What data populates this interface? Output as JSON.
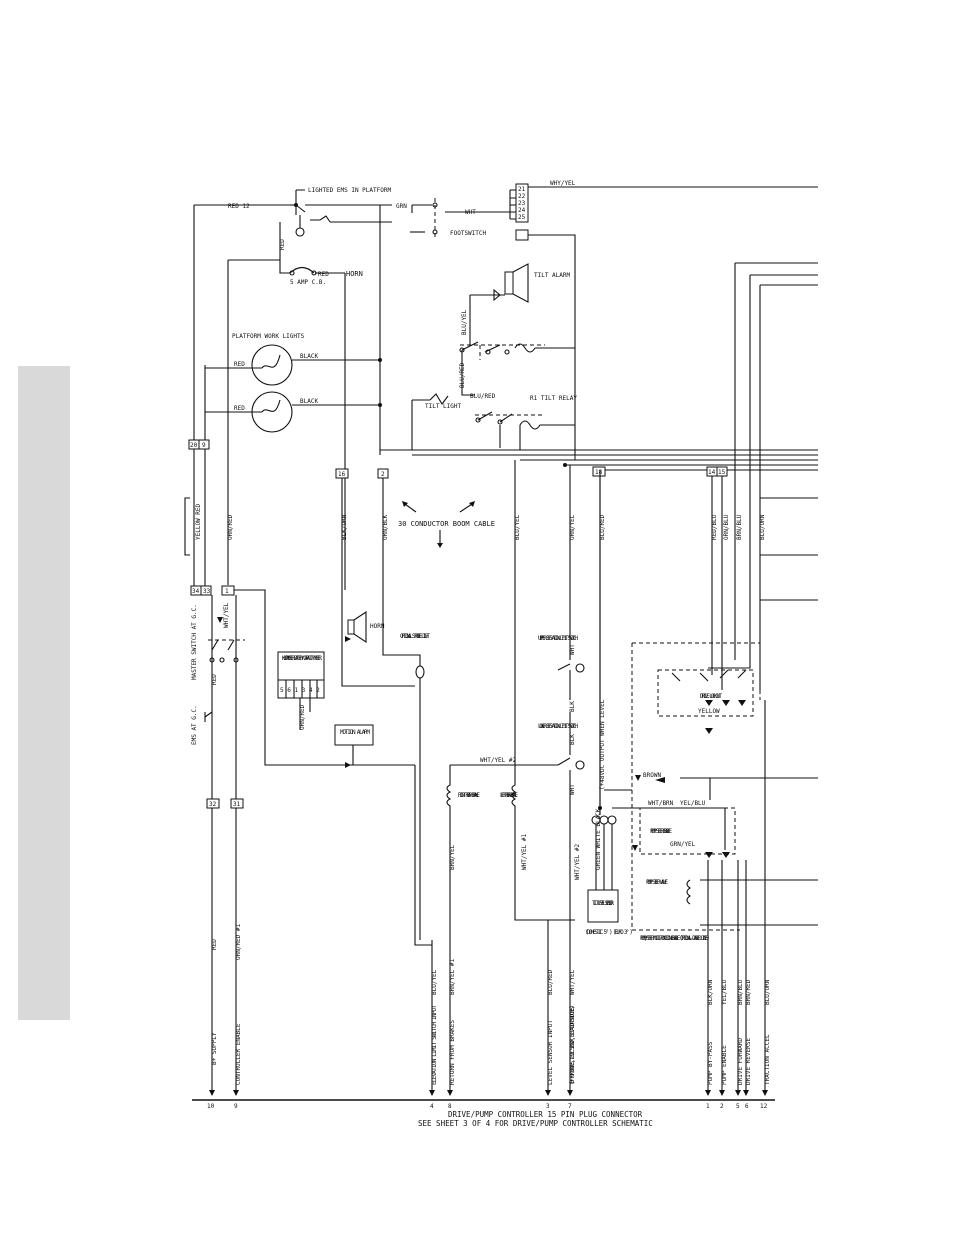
{
  "labels": {
    "lighted_ems": "LIGHTED EMS IN PLATFORM",
    "red12": "RED 12",
    "grn": "GRN",
    "wht": "WHT",
    "footswitch": "FOOTSWITCH",
    "why_yel": "WHY/YEL",
    "red": "RED",
    "horn": "HORN",
    "cb": "5 AMP C.B.",
    "platform_lights": "PLATFORM WORK LIGHTS",
    "black": "BLACK",
    "tilt_alarm": "TILT ALARM",
    "blu_yel": "BLU/YEL",
    "blu_red": "BLU/RED",
    "tilt_light": "TILT LIGHT",
    "r1_tilt_relay": "R1 TILT RELAY",
    "boom_cable": "30 CONDUCTOR BOOM CABLE",
    "yellow_red": "YELLOW RED",
    "orn_red": "ORN/RED",
    "blk_orn": "BLK/ORN",
    "orn_blk": "ORN/BLK",
    "orn_yel": "ORN/YEL",
    "red_blu": "RED/BLU",
    "orn_blu": "ORN/BLU",
    "brn_blu": "BRN/BLU",
    "blu_orn": "BLU/ORN",
    "master_switch": "MASTER SWITCH AT G.C.",
    "ems_gc": "EMS AT G.C.",
    "wht_yel": "WHT/YEL",
    "hourmeter": "HOURMETER BATTERY CAPACITY METER",
    "optional_strobe": "OPTIONAL STROBE LIGHT",
    "motion_alarm": "MOTION ALARM",
    "upper_limit": "UPPER ELEVATION LIMIT SWITCH",
    "lower_limit": "LOWER ELEVATION LIMIT SWITCH",
    "blk": "BLK",
    "output_level": "(+48VDC OUTPUT WHEN LEVEL",
    "wht_yel2": "WHT/YEL #2",
    "right_brake": "RIGHT REAR BRAKE",
    "left_brake": "LEFT REAR BRAKE",
    "brn_yel": "BRN/YEL",
    "wht_yel1": "WHT/YEL #1",
    "green_white_black": "GREEN WHITE BLACK",
    "tilt_sensor": "TILT LEVEL SENSOR",
    "domestic": "(DOMESTIC 5° ) (EURO 3° )",
    "drive_lockout": "DRIVE LOCKOUT",
    "yellow": "YELLOW",
    "brown": "BROWN",
    "wht_brn": "WHT/BRN",
    "yel_blu": "YEL/BLU",
    "pump_steer_enable": "PUMP STEER ENABLE",
    "grn_yel": "GRN/YEL",
    "pump_steer_valve": "PUMP STEER VALVE",
    "multi_function": "PUMP/STEER MULTI-FUNCTION ENABLE (OPTIONAL- DASHED LINES)"
  },
  "bottom_wires": [
    {
      "name": "B+ SUPPLY",
      "color": "RED",
      "pin": "10"
    },
    {
      "name": "CONTROLLER ENABLE",
      "color": "ORN/RED #1",
      "pin": "9"
    },
    {
      "name": "ELEVATION LIMIT SWITCH INPUT",
      "color": "BLU/YEL",
      "pin": "4"
    },
    {
      "name": "RETURN FROM BRAKES",
      "color": "BRN/YEL #1",
      "pin": "8"
    },
    {
      "name": "LEVEL SENSOR INPUT",
      "color": "BLU/RED",
      "pin": "3"
    },
    {
      "name": "(B+ FOR BRAKES, LEVEL SENSOR, ELEVATION SWITCHES)",
      "color": "WHT/YEL",
      "pin": "7"
    },
    {
      "name": "PUMP BY-PASS",
      "color": "BLK/ORN",
      "pin": "1"
    },
    {
      "name": "PUMP ENABLE",
      "color": "YEL/BLU",
      "pin": "2"
    },
    {
      "name": "DRIVE FORWARD",
      "color": "BRN/BLU",
      "pin": "5"
    },
    {
      "name": "DRIVE REVERSE",
      "color": "BRN/RED",
      "pin": "6"
    },
    {
      "name": "TRACTION ACCEL",
      "color": "BLU/ORN",
      "pin": "12"
    }
  ],
  "connectors": {
    "c20": "20",
    "c9": "9",
    "c16": "16",
    "c2": "2",
    "c18": "18",
    "c14": "14",
    "c15": "15",
    "c34": "34",
    "c33": "33",
    "c1": "1",
    "c32": "32",
    "c31": "31",
    "plug_top": [
      "21",
      "22",
      "23",
      "24",
      "25"
    ]
  },
  "caption": {
    "line1": "DRIVE/PUMP CONTROLLER 15 PIN PLUG CONNECTOR",
    "line2": "SEE SHEET 3 OF 4 FOR DRIVE/PUMP CONTROLLER SCHEMATIC"
  }
}
